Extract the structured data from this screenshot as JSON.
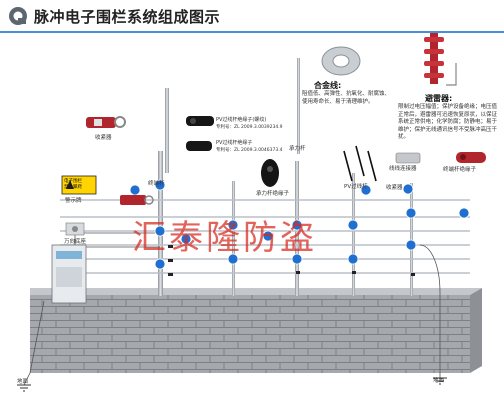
{
  "header": {
    "title": "脉冲电子围栏系统组成图示",
    "accent_color": "#4a8fd6"
  },
  "labels": {
    "tensioner": "收紧器",
    "terminal_pole": "终端杆",
    "warning_sign_text": "电子围栏\n禁止攀爬",
    "warning_sign": "警示牌",
    "universal_base": "万向底座",
    "pv_insulator_bolt_title": "PV过线杆绝缘子(螺纹)",
    "pv_insulator_bolt_patent": "专利号：ZL 2009.3.0039234.9",
    "pv_insulator_title": "PV过线杆绝缘子",
    "pv_insulator_patent": "专利号：ZL 2009.3.0046373.4",
    "load_pole": "承力杆",
    "load_pole_insulator": "承力杆绝缘子",
    "alloy_wire_title": "合金线:",
    "alloy_wire_desc": "阻值低、高弹性、抗氧化、耐腐蚀、使用寿命长、易于清理维护。",
    "arrester_title": "避雷器:",
    "arrester_desc": "限制过电压幅值；保护设备绝缘；电压值正常后，避雷器可迅速恢复原状，以保证系统正常供电；化学防腐；防静电；易于维护；保护无线通讯信号不受脉冲高压干扰。",
    "pv_pass_pole": "PV过线杆",
    "tensioner_2": "收紧器",
    "line_connector": "线线连接器",
    "terminal_insulator": "终端杆绝缘子",
    "ground_left": "地面",
    "ground_right": "地面",
    "watermark": "汇泰隆防盗"
  },
  "colors": {
    "wall": "#a5a9ad",
    "wall_mortar": "#7d8185",
    "wire": "#b9c0c8",
    "node": "#1f6fd0",
    "watermark": "#d8281e"
  }
}
